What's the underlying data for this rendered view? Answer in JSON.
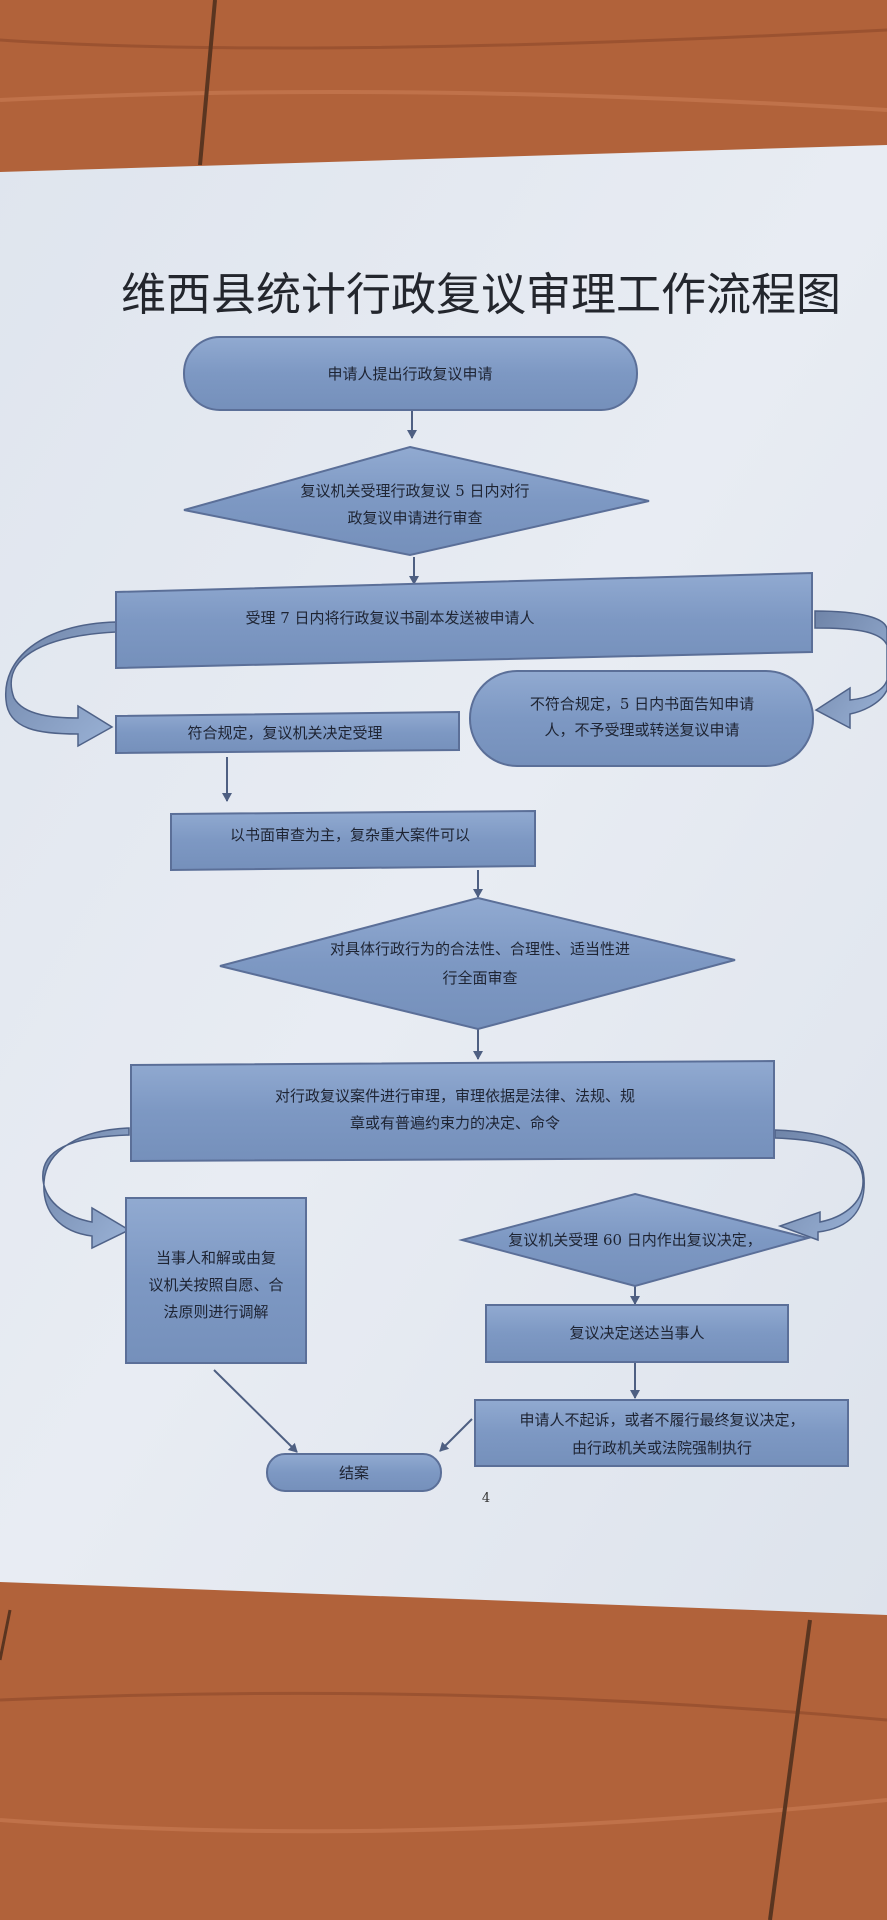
{
  "title": "维西县统计行政复议审理工作流程图",
  "page_number": "4",
  "colors": {
    "shape_fill": "#7f9ac4",
    "shape_border": "#5b6f98",
    "paper": "#e4e9f1",
    "wood": "#b1623a"
  },
  "nodes": {
    "start": {
      "shape": "terminator",
      "lines": [
        "申请人提出行政复议申请"
      ]
    },
    "review5": {
      "shape": "decision",
      "lines": [
        "复议机关受理行政复议 5 日内对行",
        "政复议申请进行审查"
      ]
    },
    "send7": {
      "shape": "process",
      "lines": [
        "受理 7 日内将行政复议书副本发送被申请人"
      ]
    },
    "accept": {
      "shape": "process",
      "lines": [
        "符合规定，复议机关决定受理"
      ]
    },
    "reject": {
      "shape": "terminator",
      "lines": [
        "不符合规定，5 日内书面告知申请",
        "人，不予受理或转送复议申请"
      ]
    },
    "written": {
      "shape": "process",
      "lines": [
        "以书面审查为主，复杂重大案件可以"
      ]
    },
    "fullreview": {
      "shape": "decision",
      "lines": [
        "对具体行政行为的合法性、合理性、适当性进",
        "行全面审查"
      ]
    },
    "hearing": {
      "shape": "process",
      "lines": [
        "对行政复议案件进行审理，审理依据是法律、法规、规",
        "章或有普遍约束力的决定、命令"
      ]
    },
    "mediate": {
      "shape": "process",
      "lines": [
        "当事人和解或由复",
        "议机关按照自愿、合",
        "法原则进行调解"
      ]
    },
    "decide60": {
      "shape": "decision",
      "lines": [
        "复议机关受理 60 日内作出复议决定，"
      ]
    },
    "deliver": {
      "shape": "process",
      "lines": [
        "复议决定送达当事人"
      ]
    },
    "enforce": {
      "shape": "process",
      "lines": [
        "申请人不起诉，或者不履行最终复议决定，",
        "由行政机关或法院强制执行"
      ]
    },
    "end": {
      "shape": "terminator",
      "lines": [
        "结案"
      ]
    }
  }
}
